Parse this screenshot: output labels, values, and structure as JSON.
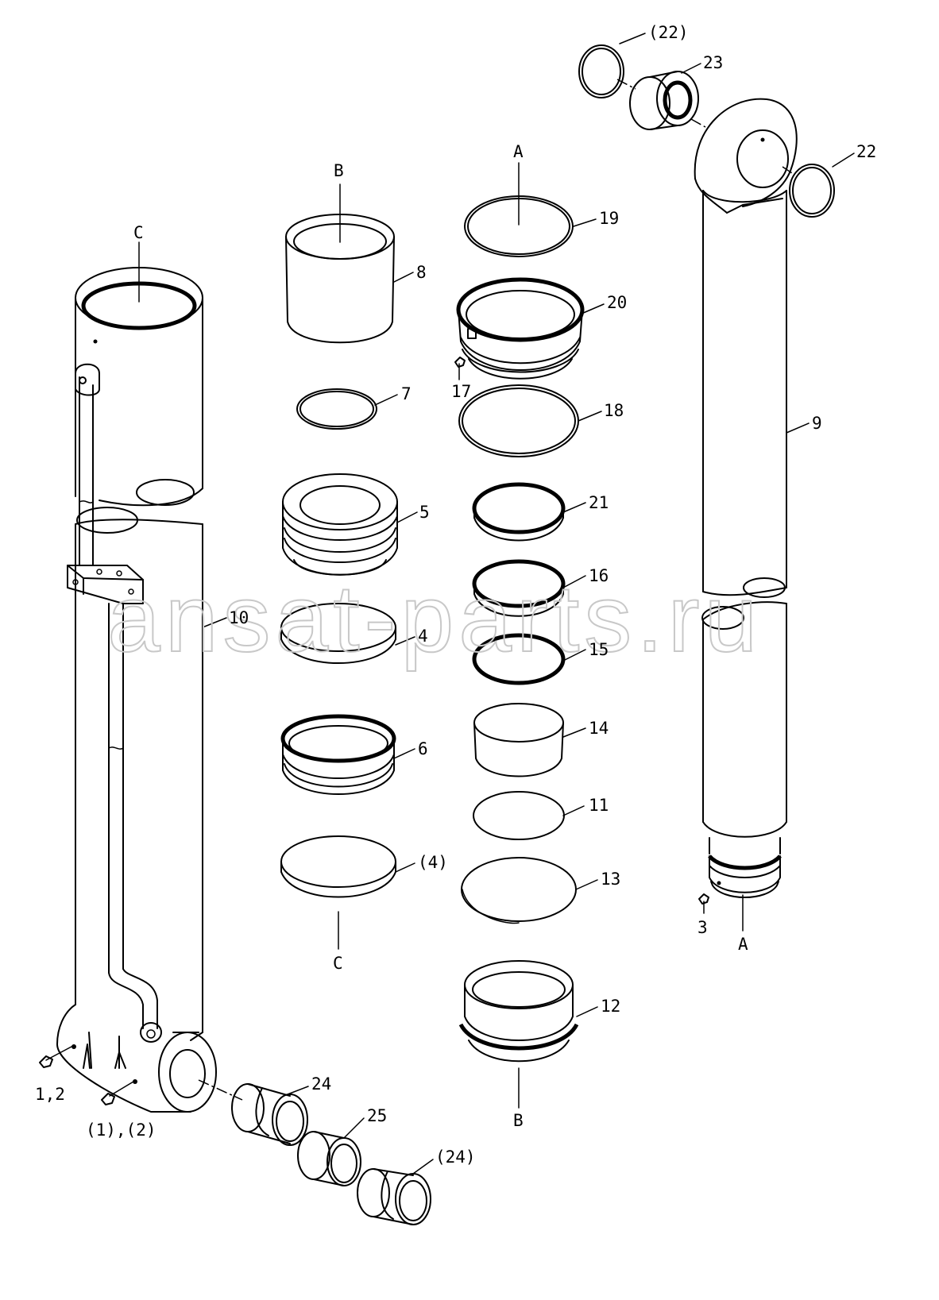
{
  "watermark": "ansat-parts.ru",
  "labels": {
    "p1_2": "1,2",
    "p1_2_paren": "(1),(2)",
    "p3": "3",
    "p4": "4",
    "p4_paren": "(4)",
    "p5": "5",
    "p6": "6",
    "p7": "7",
    "p8": "8",
    "p9": "9",
    "p10": "10",
    "p11": "11",
    "p12": "12",
    "p13": "13",
    "p14": "14",
    "p15": "15",
    "p16": "16",
    "p17": "17",
    "p18": "18",
    "p19": "19",
    "p20": "20",
    "p21": "21",
    "p22": "22",
    "p22_paren": "(22)",
    "p23": "23",
    "p24": "24",
    "p24_paren": "(24)",
    "p25": "25",
    "ref_a_top": "A",
    "ref_a_bottom": "A",
    "ref_b_top": "B",
    "ref_b_bottom": "B",
    "ref_c_top": "C",
    "ref_c_bottom": "C"
  }
}
